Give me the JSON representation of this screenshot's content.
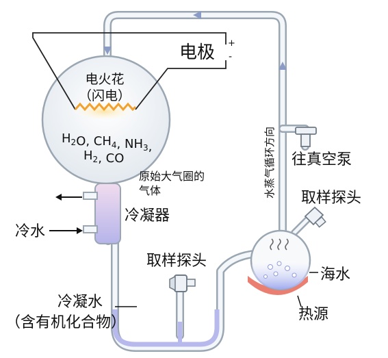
{
  "labels": {
    "electrode": "电极",
    "plus": "+",
    "minus": "-",
    "spark_line1": "电火花",
    "spark_line2": "（闪电）",
    "primitive_atmosphere_line1": "原始大气圈的",
    "primitive_atmosphere_line2": "气体",
    "condenser": "冷凝器",
    "cold_water": "冷水",
    "sampling_probe_bottom": "取样探头",
    "sampling_probe_right": "取样探头",
    "vacuum_pump": "往真空泵",
    "vapor_direction": "水蒸气循环方向",
    "seawater": "海水",
    "heat_source": "热源",
    "condensed_water_line1": "冷凝水",
    "condensed_water_line2": "（含有机化合物）"
  },
  "formula": {
    "line1": [
      {
        "t": "H"
      },
      {
        "t": "2",
        "sub": true
      },
      {
        "t": "O, CH"
      },
      {
        "t": "4",
        "sub": true
      },
      {
        "t": ", NH"
      },
      {
        "t": "3",
        "sub": true
      },
      {
        "t": ","
      }
    ],
    "line2": [
      {
        "t": "H"
      },
      {
        "t": "2",
        "sub": true
      },
      {
        "t": ", CO"
      }
    ]
  },
  "colors": {
    "tube": "#9aa6b2",
    "tube_fill": "#f4f7fa",
    "condensate": "#b7b8ec",
    "spark": "#f2a12e",
    "spark_glow": "#fde9b8",
    "water": "#b9c2f2",
    "heater": "#ea7e70",
    "arrow": "#8a9cc6"
  }
}
